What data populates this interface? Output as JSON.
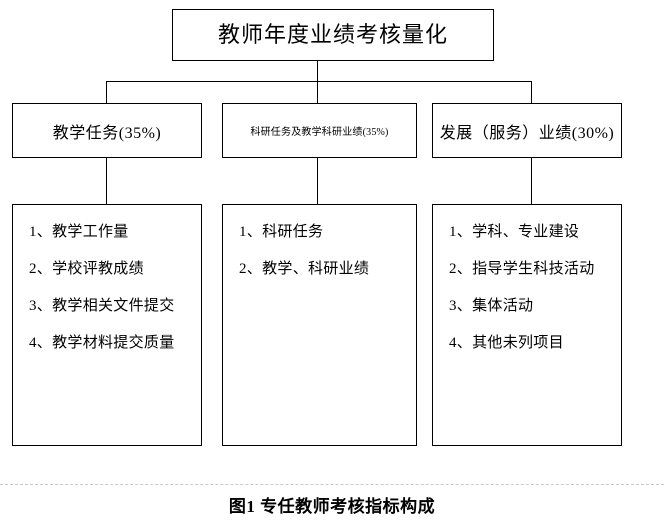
{
  "figure": {
    "root": {
      "label": "教师年度业绩考核量化"
    },
    "branches": [
      {
        "label": "教学任务(35%)",
        "items": [
          "1、教学工作量",
          "2、学校评教成绩",
          "3、教学相关文件提交",
          "4、教学材料提交质量"
        ]
      },
      {
        "label": "科研任务及教学科研业绩(35%)",
        "items": [
          "1、科研任务",
          "2、教学、科研业绩"
        ]
      },
      {
        "label": "发展（服务）业绩(30%)",
        "items": [
          "1、学科、专业建设",
          "2、指导学生科技活动",
          "3、集体活动",
          "4、其他未列项目"
        ]
      }
    ],
    "caption": "图1 专任教师考核指标构成",
    "colors": {
      "line": "#000000",
      "text": "#000000",
      "background": "#ffffff",
      "rule": "#c9c9c9"
    }
  }
}
